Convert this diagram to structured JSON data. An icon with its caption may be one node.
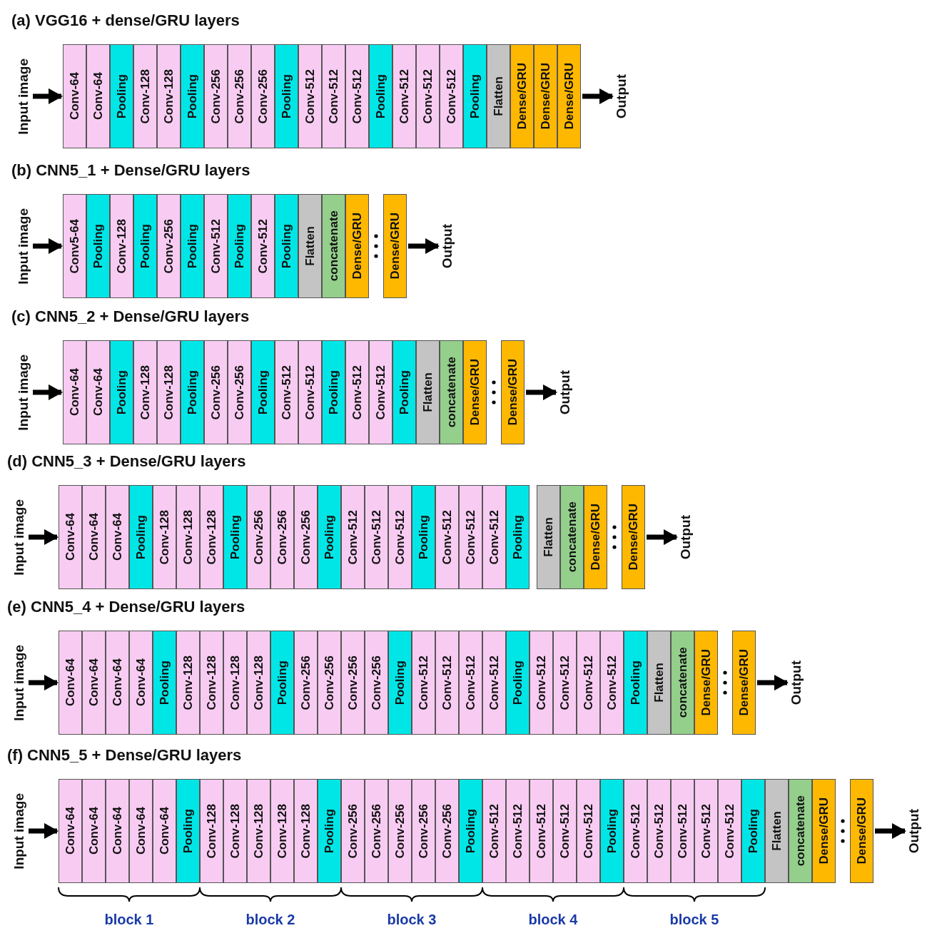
{
  "diagram": {
    "nodes": [
      {
        "text": [
          "Input image"
        ]
      },
      {
        "text": [
          "Conv-64"
        ]
      },
      {
        "text": [
          "Conv-64"
        ]
      },
      {
        "text": [
          "Pooling"
        ]
      },
      {
        "text": [
          "Conv-128"
        ]
      },
      {
        "text": [
          "Conv-128"
        ]
      },
      {
        "text": [
          "Pooling"
        ]
      },
      {
        "text": [
          "Conv-256"
        ]
      },
      {
        "text": [
          "Conv-256"
        ]
      },
      {
        "text": [
          "Conv-256"
        ]
      },
      {
        "text": [
          "Pooling"
        ]
      },
      {
        "text": [
          "Conv-512"
        ]
      },
      {
        "text": [
          "Conv-512"
        ]
      },
      {
        "text": [
          "Conv-512"
        ]
      },
      {
        "text": [
          "Pooling"
        ]
      },
      {
        "text": [
          "Conv-512"
        ]
      },
      {
        "text": [
          "Conv-512"
        ]
      },
      {
        "text": [
          "Conv-512"
        ]
      },
      {
        "text": [
          "Pooling"
        ]
      },
      {
        "text": [
          "Flatten"
        ]
      },
      {
        "text": [
          "Dense/GRU"
        ]
      },
      {
        "text": [
          "Dense/GRU"
        ]
      },
      {
        "text": [
          "Dense/GRU"
        ]
      },
      {
        "text": [
          "Output"
        ]
      },
      {
        "text": [
          "Input image"
        ]
      },
      {
        "text": [
          "Conv5-64"
        ]
      },
      {
        "text": [
          "Pooling"
        ]
      },
      {
        "text": [
          "Conv-128"
        ]
      },
      {
        "text": [
          "Pooling"
        ]
      },
      {
        "text": [
          "Conv-256"
        ]
      },
      {
        "text": [
          "Pooling"
        ]
      },
      {
        "text": [
          "Conv-512"
        ]
      },
      {
        "text": [
          "Pooling"
        ]
      },
      {
        "text": [
          "Conv-512"
        ]
      },
      {
        "text": [
          "Pooling"
        ]
      },
      {
        "text": [
          "Flatten"
        ]
      },
      {
        "text": [
          "concatenate"
        ]
      },
      {
        "text": [
          "Dense/GRU"
        ]
      },
      {
        "text": [
          "Dense/GRU"
        ]
      },
      {
        "text": [
          "Output"
        ]
      },
      {
        "text": [
          "Input image"
        ]
      },
      {
        "text": [
          "Conv-64"
        ]
      },
      {
        "text": [
          "Conv-64"
        ]
      },
      {
        "text": [
          "Pooling"
        ]
      },
      {
        "text": [
          "Conv-128"
        ]
      },
      {
        "text": [
          "Conv-128"
        ]
      },
      {
        "text": [
          "Pooling"
        ]
      },
      {
        "text": [
          "Conv-256"
        ]
      },
      {
        "text": [
          "Conv-256"
        ]
      },
      {
        "text": [
          "Pooling"
        ]
      },
      {
        "text": [
          "Conv-512"
        ]
      },
      {
        "text": [
          "Conv-512"
        ]
      },
      {
        "text": [
          "Pooling"
        ]
      },
      {
        "text": [
          "Conv-512"
        ]
      },
      {
        "text": [
          "Conv-512"
        ]
      },
      {
        "text": [
          "Pooling"
        ]
      },
      {
        "text": [
          "Flatten"
        ]
      },
      {
        "text": [
          "concatenate"
        ]
      },
      {
        "text": [
          "Dense/GRU"
        ]
      },
      {
        "text": [
          "Dense/GRU"
        ]
      },
      {
        "text": [
          "Output"
        ]
      },
      {
        "text": [
          "Input image"
        ]
      },
      {
        "text": [
          "Conv-64"
        ]
      },
      {
        "text": [
          "Conv-64"
        ]
      },
      {
        "text": [
          "Conv-64"
        ]
      },
      {
        "text": [
          "Pooling"
        ]
      },
      {
        "text": [
          "Conv-128"
        ]
      },
      {
        "text": [
          "Conv-128"
        ]
      },
      {
        "text": [
          "Conv-128"
        ]
      },
      {
        "text": [
          "Pooling"
        ]
      },
      {
        "text": [
          "Conv-256"
        ]
      },
      {
        "text": [
          "Conv-256"
        ]
      },
      {
        "text": [
          "Conv-256"
        ]
      },
      {
        "text": [
          "Pooling"
        ]
      },
      {
        "text": [
          "Conv-512"
        ]
      },
      {
        "text": [
          "Conv-512"
        ]
      },
      {
        "text": [
          "Conv-512"
        ]
      },
      {
        "text": [
          "Pooling"
        ]
      },
      {
        "text": [
          "Conv-512"
        ]
      },
      {
        "text": [
          "Conv-512"
        ]
      },
      {
        "text": [
          "Conv-512"
        ]
      },
      {
        "text": [
          "Pooling"
        ]
      },
      {
        "text": [
          "Flatten"
        ]
      },
      {
        "text": [
          "concatenate"
        ]
      },
      {
        "text": [
          "Dense/GRU"
        ]
      },
      {
        "text": [
          "Dense/GRU"
        ]
      },
      {
        "text": [
          "Output"
        ]
      },
      {
        "text": [
          "Input image"
        ]
      },
      {
        "text": [
          "Conv-64"
        ]
      },
      {
        "text": [
          "Conv-64"
        ]
      },
      {
        "text": [
          "Conv-64"
        ]
      },
      {
        "text": [
          "Conv-64"
        ]
      },
      {
        "text": [
          "Pooling"
        ]
      },
      {
        "text": [
          "Conv-128"
        ]
      },
      {
        "text": [
          "Conv-128"
        ]
      },
      {
        "text": [
          "Conv-128"
        ]
      },
      {
        "text": [
          "Conv-128"
        ]
      },
      {
        "text": [
          "Pooling"
        ]
      },
      {
        "text": [
          "Conv-256"
        ]
      },
      {
        "text": [
          "Conv-256"
        ]
      },
      {
        "text": [
          "Conv-256"
        ]
      },
      {
        "text": [
          "Conv-256"
        ]
      },
      {
        "text": [
          "Pooling"
        ]
      },
      {
        "text": [
          "Conv-512"
        ]
      },
      {
        "text": [
          "Conv-512"
        ]
      },
      {
        "text": [
          "Conv-512"
        ]
      },
      {
        "text": [
          "Conv-512"
        ]
      },
      {
        "text": [
          "Pooling"
        ]
      },
      {
        "text": [
          "Conv-512"
        ]
      },
      {
        "text": [
          "Conv-512"
        ]
      },
      {
        "text": [
          "Conv-512"
        ]
      },
      {
        "text": [
          "Conv-512"
        ]
      },
      {
        "text": [
          "Pooling"
        ]
      },
      {
        "text": [
          "Flatten"
        ]
      },
      {
        "text": [
          "concatenate"
        ]
      },
      {
        "text": [
          "Dense/GRU"
        ]
      },
      {
        "text": [
          "Dense/GRU"
        ]
      },
      {
        "text": [
          "Output"
        ]
      },
      {
        "text": [
          "Input image"
        ]
      },
      {
        "text": [
          "Conv-64"
        ]
      },
      {
        "text": [
          "Conv-64"
        ]
      },
      {
        "text": [
          "Conv-64"
        ]
      },
      {
        "text": [
          "Conv-64"
        ]
      },
      {
        "text": [
          "Conv-64"
        ]
      },
      {
        "text": [
          "Pooling"
        ]
      },
      {
        "text": [
          "Conv-128"
        ]
      },
      {
        "text": [
          "Conv-128"
        ]
      },
      {
        "text": [
          "Conv-128"
        ]
      },
      {
        "text": [
          "Conv-128"
        ]
      },
      {
        "text": [
          "Conv-128"
        ]
      },
      {
        "text": [
          "Pooling"
        ]
      },
      {
        "text": [
          "Conv-256"
        ]
      },
      {
        "text": [
          "Conv-256"
        ]
      },
      {
        "text": [
          "Conv-256"
        ]
      },
      {
        "text": [
          "Conv-256"
        ]
      },
      {
        "text": [
          "Conv-256"
        ]
      },
      {
        "text": [
          "Pooling"
        ]
      },
      {
        "text": [
          "Conv-512"
        ]
      },
      {
        "text": [
          "Conv-512"
        ]
      },
      {
        "text": [
          "Conv-512"
        ]
      },
      {
        "text": [
          "Conv-512"
        ]
      },
      {
        "text": [
          "Conv-512"
        ]
      },
      {
        "text": [
          "Pooling"
        ]
      },
      {
        "text": [
          "Conv-512"
        ]
      },
      {
        "text": [
          "Conv-512"
        ]
      },
      {
        "text": [
          "Conv-512"
        ]
      },
      {
        "text": [
          "Conv-512"
        ]
      },
      {
        "text": [
          "Conv-512"
        ]
      },
      {
        "text": [
          "Pooling"
        ]
      },
      {
        "text": [
          "Flatten"
        ]
      },
      {
        "text": [
          "concatenate"
        ]
      },
      {
        "text": [
          "Dense/GRU"
        ]
      },
      {
        "text": [
          "Dense/GRU"
        ]
      },
      {
        "text": [
          "Output"
        ]
      }
    ],
    "edges": [
      {
        "from": 0,
        "to": 1,
        "arrow": "to"
      },
      {
        "from": 22,
        "to": 23,
        "arrow": "to"
      },
      {
        "from": 24,
        "to": 25,
        "arrow": "to"
      },
      {
        "from": 38,
        "to": 39,
        "arrow": "to"
      },
      {
        "from": 40,
        "to": 41,
        "arrow": "to"
      },
      {
        "from": 59,
        "to": 60,
        "arrow": "to"
      },
      {
        "from": 61,
        "to": 62,
        "arrow": "to"
      },
      {
        "from": 85,
        "to": 86,
        "arrow": "to"
      },
      {
        "from": 87,
        "to": 88,
        "arrow": "to"
      },
      {
        "from": 116,
        "to": 117,
        "arrow": "to"
      },
      {
        "from": 118,
        "to": 119,
        "arrow": "to"
      },
      {
        "from": 152,
        "to": 153,
        "arrow": "to"
      }
    ],
    "labels": [
      "(a) VGG16 + dense/GRU layers",
      "(b) CNN5_1 + Dense/GRU layers",
      "(c) CNN5_2 + Dense/GRU layers",
      "(d) CNN5_3 + Dense/GRU layers",
      "(e) CNN5_4 + Dense/GRU layers",
      "(f) CNN5_5 + Dense/GRU layers",
      "block 1",
      "block 2",
      "block 3",
      "block 4",
      "block 5"
    ]
  }
}
